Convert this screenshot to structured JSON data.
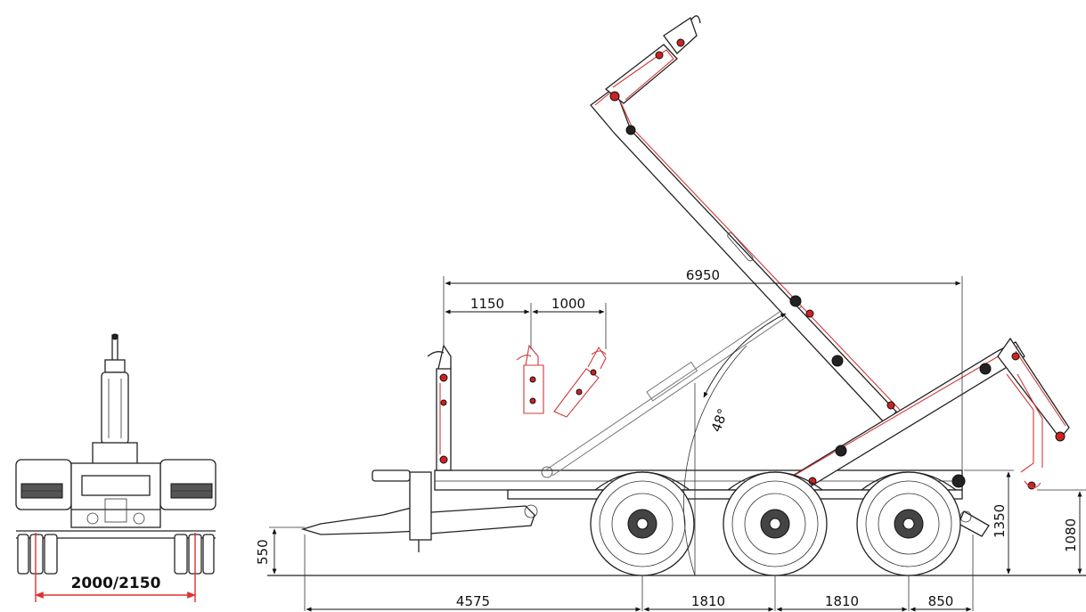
{
  "front_view": {
    "track_width_label": "2000/2150",
    "accent": "#e03030"
  },
  "side_view": {
    "dims": {
      "overall_reach": "6950",
      "hook_offset_1": "1150",
      "hook_offset_2": "1000",
      "tilt_angle": "48°",
      "drawbar_height": "550",
      "frame_height": "1350",
      "hook_height": "1080",
      "front_to_axle1": "4575",
      "axle_spacing_1": "1810",
      "axle_spacing_2": "1810",
      "rear_overhang": "850"
    },
    "colors": {
      "lines": "#222222",
      "alt_position": "#d23a3a"
    }
  }
}
